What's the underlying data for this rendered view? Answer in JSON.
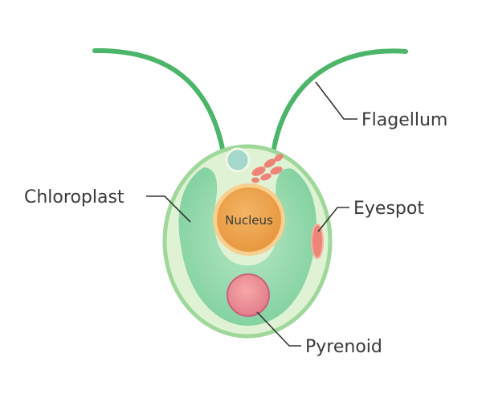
{
  "labels": {
    "flagellum": "Flagellum",
    "chloroplast": "Chloroplast",
    "eyespot": "Eyespot",
    "pyrenoid": "Pyrenoid",
    "nucleus": "Nucleus"
  },
  "colors": {
    "flagellum": "#4cb56a",
    "cell_membrane": "#9fd89a",
    "cell_fill": "#dff3d4",
    "chloroplast": "#7fd09e",
    "nucleus_outer": "#f7cf8e",
    "nucleus_inner": "#eba04a",
    "eyespot": "#ee8676",
    "pyrenoid": "#e58a96",
    "vacuole": "#a4d8cc",
    "granules": "#ee8478",
    "leader": "#333333"
  }
}
